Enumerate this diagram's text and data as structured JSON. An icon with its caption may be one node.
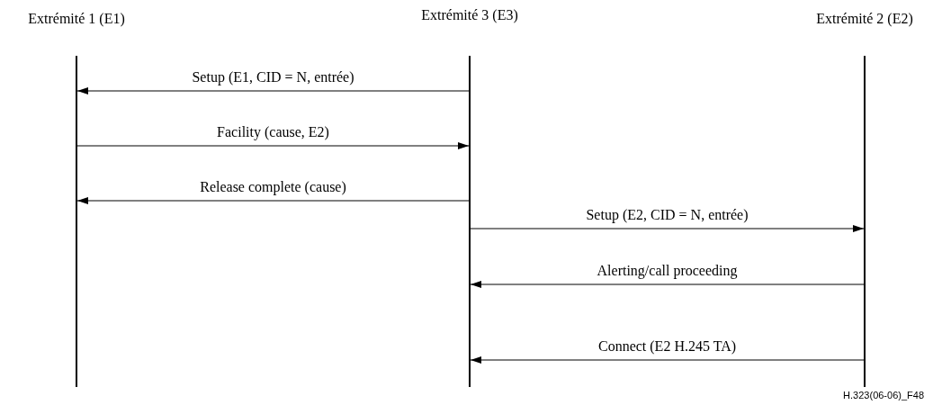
{
  "diagram": {
    "nodes": [
      {
        "text": [
          "Extrémité 1 (E1)"
        ]
      },
      {
        "text": [
          "Extrémité 3 (E3)"
        ]
      },
      {
        "text": [
          "Extrémité 2 (E2)"
        ]
      }
    ],
    "edges": [
      {
        "from": 1,
        "to": 0,
        "arrow": "to",
        "label": "Setup (E1, CID = N, entrée)"
      },
      {
        "from": 0,
        "to": 1,
        "arrow": "to",
        "label": "Facility (cause, E2)"
      },
      {
        "from": 1,
        "to": 0,
        "arrow": "to",
        "label": "Release complete (cause)"
      },
      {
        "from": 1,
        "to": 2,
        "arrow": "to",
        "label": "Setup (E2, CID = N, entrée)"
      },
      {
        "from": 2,
        "to": 1,
        "arrow": "to",
        "label": "Alerting/call proceeding"
      },
      {
        "from": 2,
        "to": 1,
        "arrow": "to",
        "label": "Connect (E2 H.245 TA)"
      }
    ],
    "labels": [
      "H.323(06-06)_F48"
    ]
  }
}
